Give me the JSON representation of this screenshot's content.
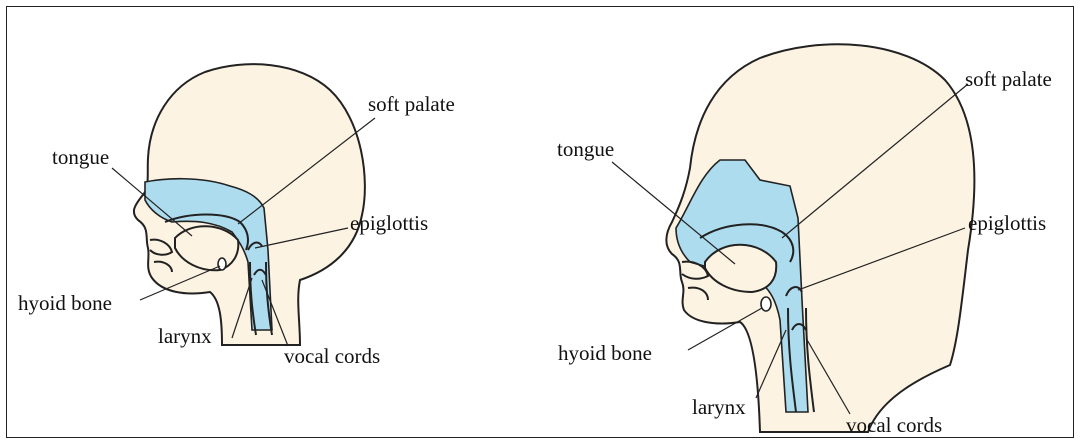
{
  "diagrams": [
    {
      "labels": {
        "tongue": "tongue",
        "soft_palate": "soft palate",
        "epiglottis": "epiglottis",
        "hyoid_bone": "hyoid bone",
        "larynx": "larynx",
        "vocal_cords": "vocal cords"
      }
    },
    {
      "labels": {
        "tongue": "tongue",
        "soft_palate": "soft palate",
        "epiglottis": "epiglottis",
        "hyoid_bone": "hyoid bone",
        "larynx": "larynx",
        "vocal_cords": "vocal cords"
      }
    }
  ],
  "colors": {
    "skin": "#fdf3e2",
    "airway": "#aedcef",
    "outline": "#222222"
  }
}
